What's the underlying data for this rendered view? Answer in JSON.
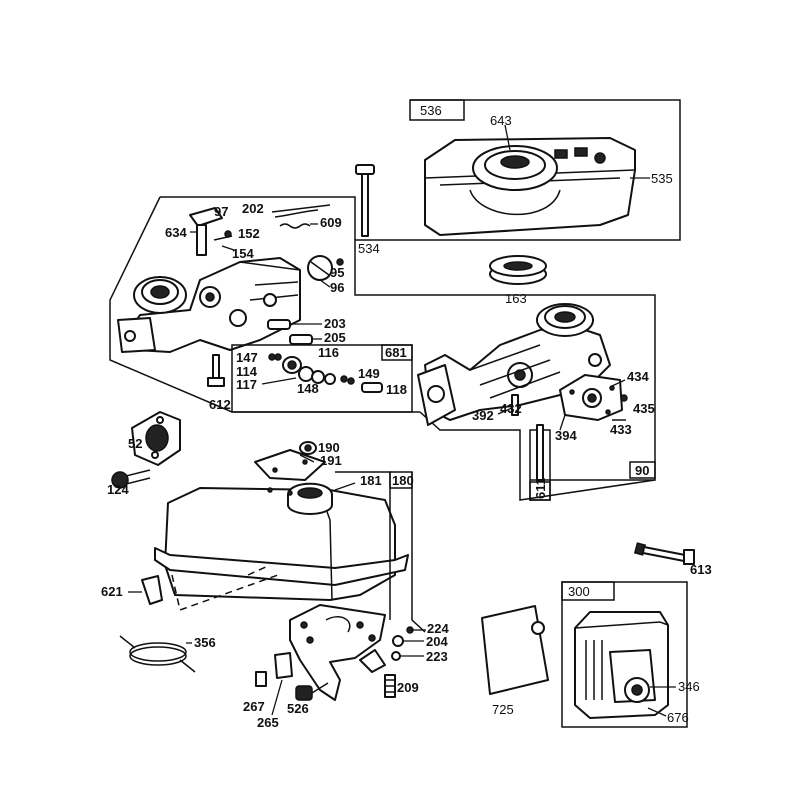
{
  "labels": {
    "p536": "536",
    "p643": "643",
    "p535": "535",
    "p534": "534",
    "p163": "163",
    "p97": "97",
    "p202": "202",
    "p634": "634",
    "p152": "152",
    "p609": "609",
    "p154": "154",
    "p95": "95",
    "p96": "96",
    "p203": "203",
    "p205": "205",
    "p612": "612",
    "p681": "681",
    "p147": "147",
    "p116": "116",
    "p114": "114",
    "p149": "149",
    "p117": "117",
    "p148": "148",
    "p118": "118",
    "p434": "434",
    "p435": "435",
    "p392": "392",
    "p432": "432",
    "p433": "433",
    "p394": "394",
    "p611": "611",
    "p90": "90",
    "p52": "52",
    "p124": "124",
    "p190": "190",
    "p191": "191",
    "p181": "181",
    "p180": "180",
    "p613": "613",
    "p621": "621",
    "p356": "356",
    "p224": "224",
    "p204": "204",
    "p223": "223",
    "p209": "209",
    "p267": "267",
    "p265": "265",
    "p526": "526",
    "p725": "725",
    "p300": "300",
    "p346": "346",
    "p676": "676"
  }
}
